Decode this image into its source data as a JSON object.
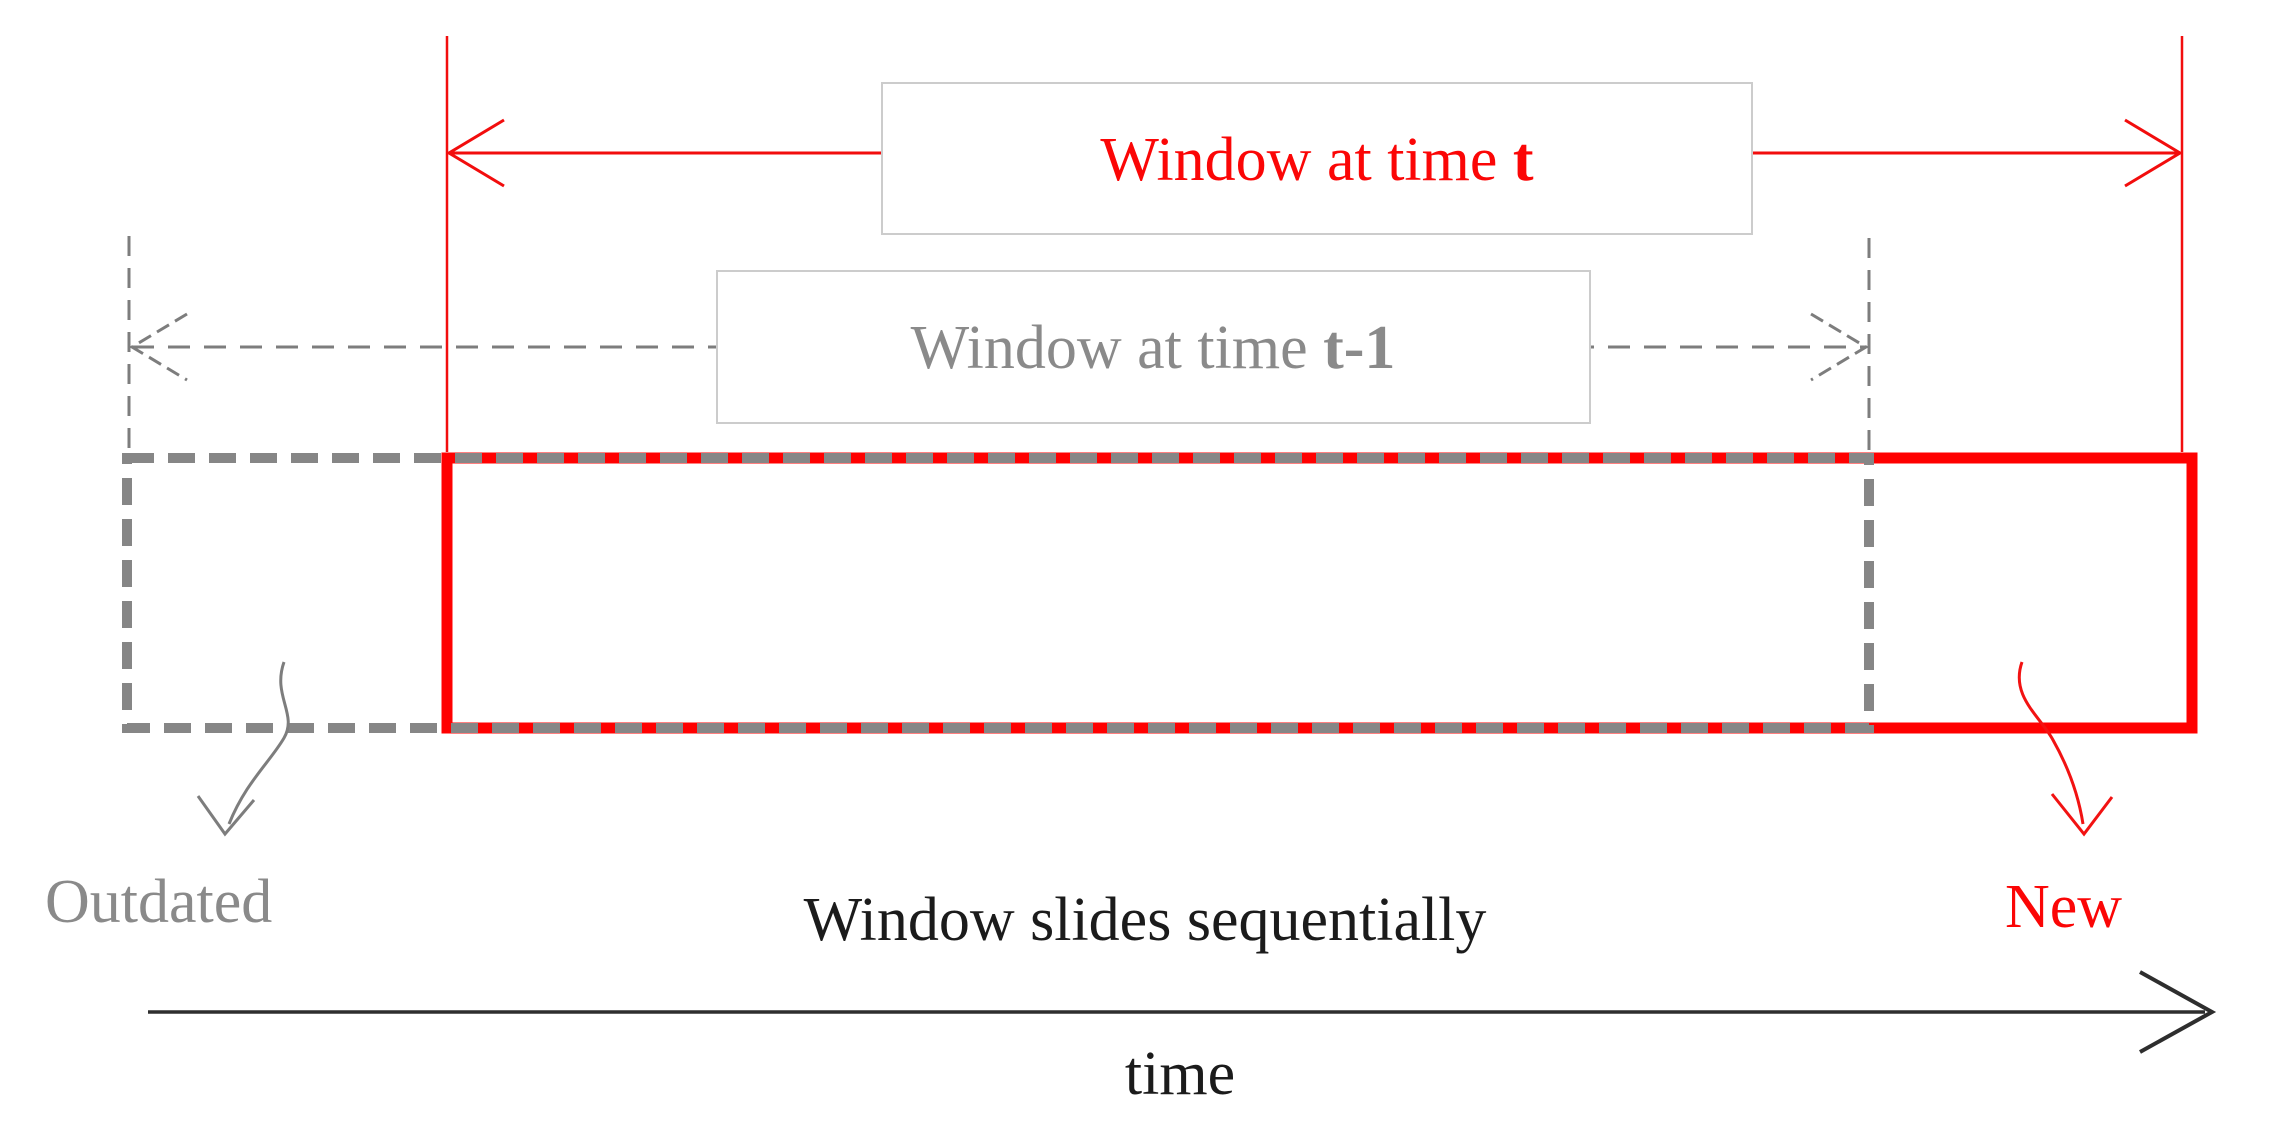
{
  "diagram": {
    "window_t_label": {
      "prefix": "Window at time ",
      "emphasis": "t"
    },
    "window_t1_label": {
      "prefix": "Window at time ",
      "emphasis": "t-1"
    },
    "outdated_label": "Outdated",
    "new_label": "New",
    "slide_caption": "Window slides sequentially",
    "time_axis_label": "time",
    "icons": [
      "double-headed-dimension-arrow-red",
      "double-headed-dimension-arrow-gray-dashed",
      "curvy-callout-arrow-gray",
      "curvy-callout-arrow-red",
      "time-axis-arrow-black"
    ],
    "colors": {
      "window_t_stroke": "#ff0000",
      "window_t1_stroke": "#868686",
      "label_red": "#fb0606",
      "label_gray": "#8a8a8a",
      "caption_dark": "#1b1b1b",
      "box_border": "#cccccc",
      "axis": "#2e2e2e"
    }
  }
}
